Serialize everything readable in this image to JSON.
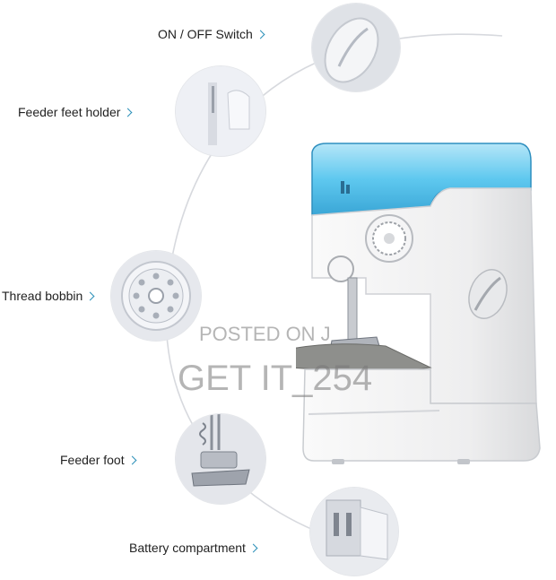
{
  "callouts": {
    "on_off_switch": "ON / OFF Switch",
    "feeder_feet_holder": "Feeder feet holder",
    "thread_bobbin": "Thread bobbin",
    "feeder_foot": "Feeder foot",
    "battery_compartment": "Battery compartment"
  },
  "watermark": {
    "line1": "POSTED ON J",
    "line2": "GET IT_254"
  },
  "colors": {
    "accent_chevron": "#2a8fb8",
    "machine_top": "#5ec8ef",
    "machine_body": "#f2f2f2"
  }
}
